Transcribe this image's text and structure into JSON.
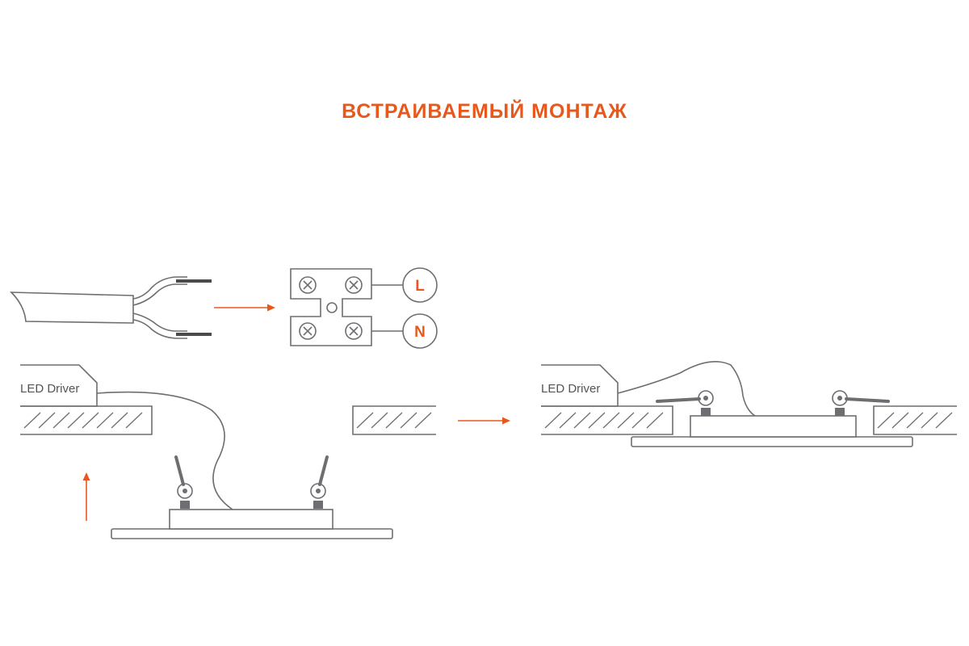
{
  "title": "ВСТРАИВАЕМЫЙ МОНТАЖ",
  "driver_label_left": "LED Driver",
  "driver_label_right": "LED Driver",
  "terminal_labels": {
    "live": "L",
    "neutral": "N"
  },
  "colors": {
    "accent": "#e8581c",
    "line": "#6d6e71"
  }
}
